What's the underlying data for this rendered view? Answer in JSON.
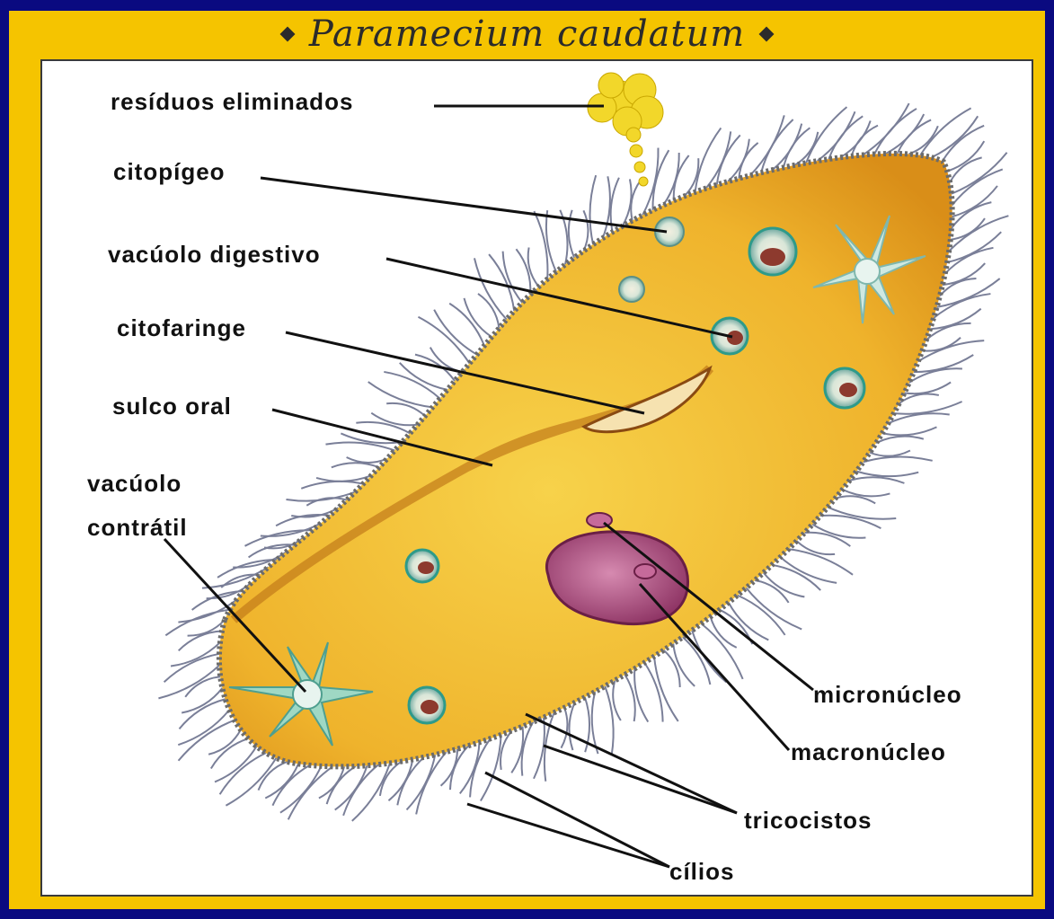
{
  "title": "Paramecium caudatum",
  "labels": {
    "residuos": "resíduos eliminados",
    "citopigeo": "citopígeo",
    "vacuolo_digestivo": "vacúolo digestivo",
    "citofaringe": "citofaringe",
    "sulco_oral": "sulco oral",
    "vacuolo_contratil_1": "vacúolo",
    "vacuolo_contratil_2": "contrátil",
    "micronucleo": "micronúcleo",
    "macronucleo": "macronúcleo",
    "tricocistos": "tricocistos",
    "cilios": "cílios"
  },
  "colors": {
    "background": "#0a0a80",
    "frame": "#f5c400",
    "cell_body": "#f0b430",
    "nucleus": "#b0457a",
    "vacuole": "#3aa89a"
  }
}
